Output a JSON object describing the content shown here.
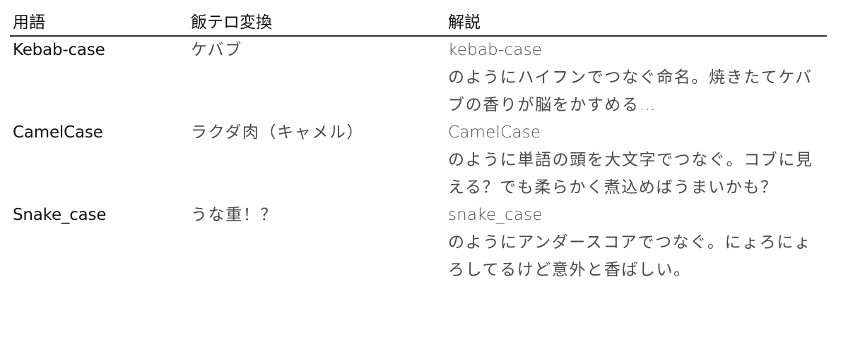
{
  "table": {
    "headers": {
      "term": "用語",
      "meshi": "飯テロ変換",
      "desc": "解説"
    },
    "rows": [
      {
        "term": "Kebab-case",
        "meshi": "ケバブ",
        "desc_code": "kebab-case",
        "desc_text": "のようにハイフンでつなぐ命名。焼きたてケバブの香りが脳をかすめる…"
      },
      {
        "term": "CamelCase",
        "meshi": "ラクダ肉（キャメル）",
        "desc_code": "CamelCase",
        "desc_text": "のように単語の頭を大文字でつなぐ。コブに見える？でも柔らかく煮込めばうまいかも？"
      },
      {
        "term": "Snake_case",
        "meshi": "うな重！？",
        "desc_code": "snake_case",
        "desc_text": "のようにアンダースコアでつなぐ。にょろにょろしてるけど意外と香ばしい。"
      }
    ]
  }
}
